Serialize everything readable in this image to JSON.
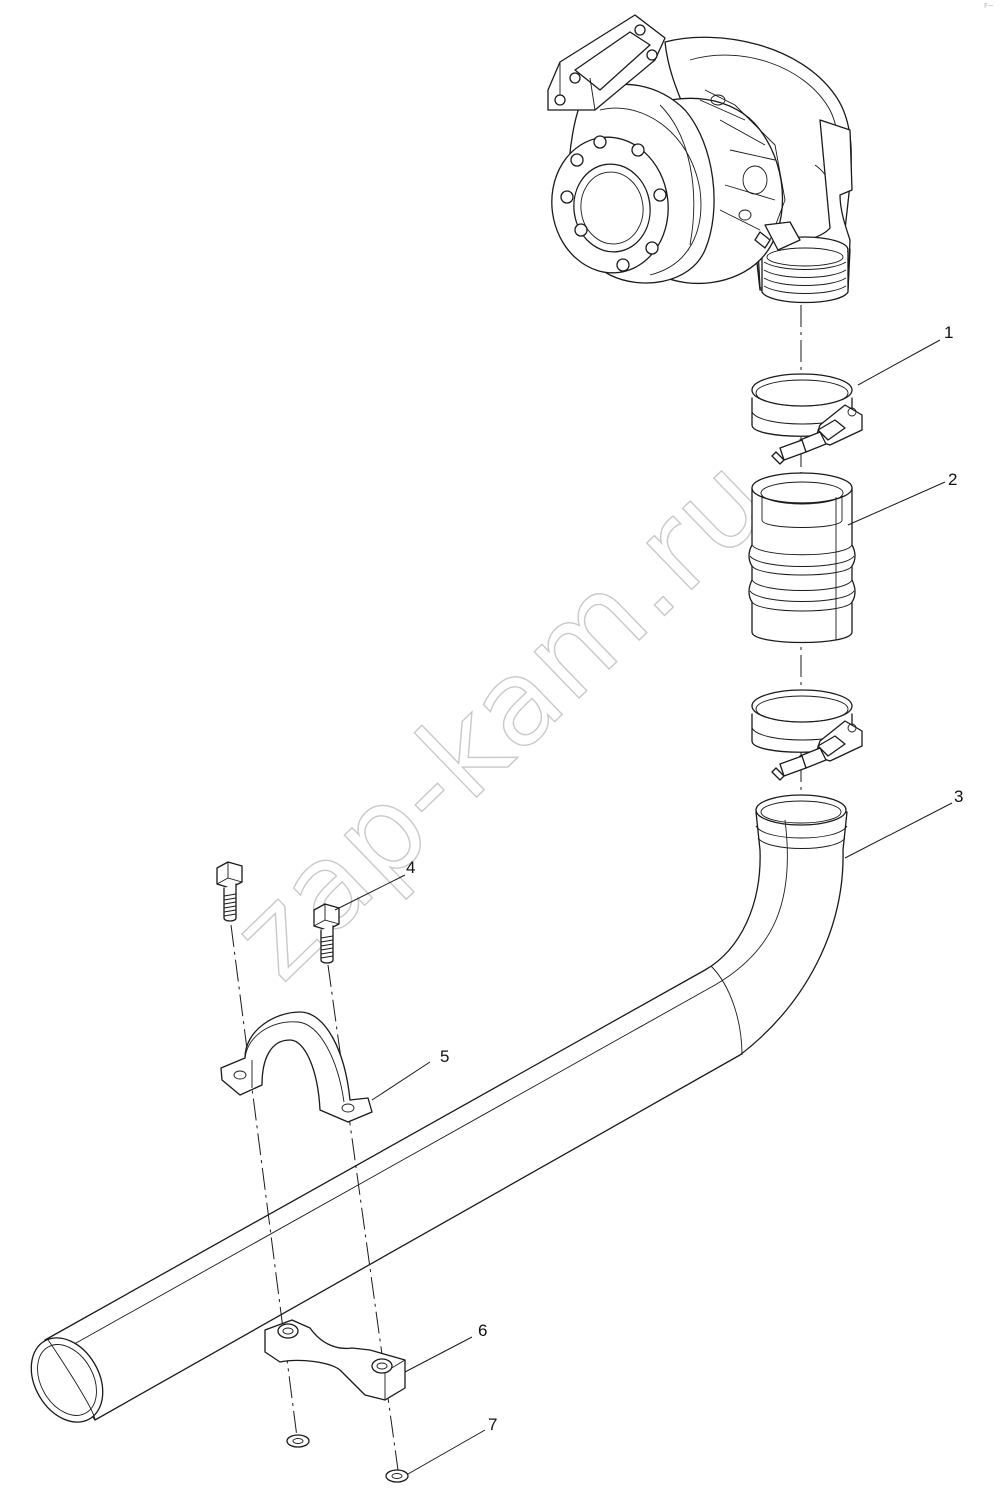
{
  "watermark": "zap-kam.ru",
  "corner_mark": "F~",
  "callouts": [
    "1",
    "2",
    "3",
    "4",
    "5",
    "6",
    "7"
  ],
  "parts": [
    {
      "id": "turbocharger",
      "icon": "turbocharger-icon"
    },
    {
      "id": "clamp",
      "icon": "hose-clamp-icon"
    },
    {
      "id": "sleeve",
      "icon": "rubber-sleeve-icon"
    },
    {
      "id": "exhaust-pipe",
      "icon": "pipe-icon"
    },
    {
      "id": "bolt",
      "icon": "bolt-icon"
    },
    {
      "id": "bracket",
      "icon": "bracket-icon"
    },
    {
      "id": "support-pad",
      "icon": "support-pad-icon"
    },
    {
      "id": "washer",
      "icon": "washer-icon"
    }
  ]
}
